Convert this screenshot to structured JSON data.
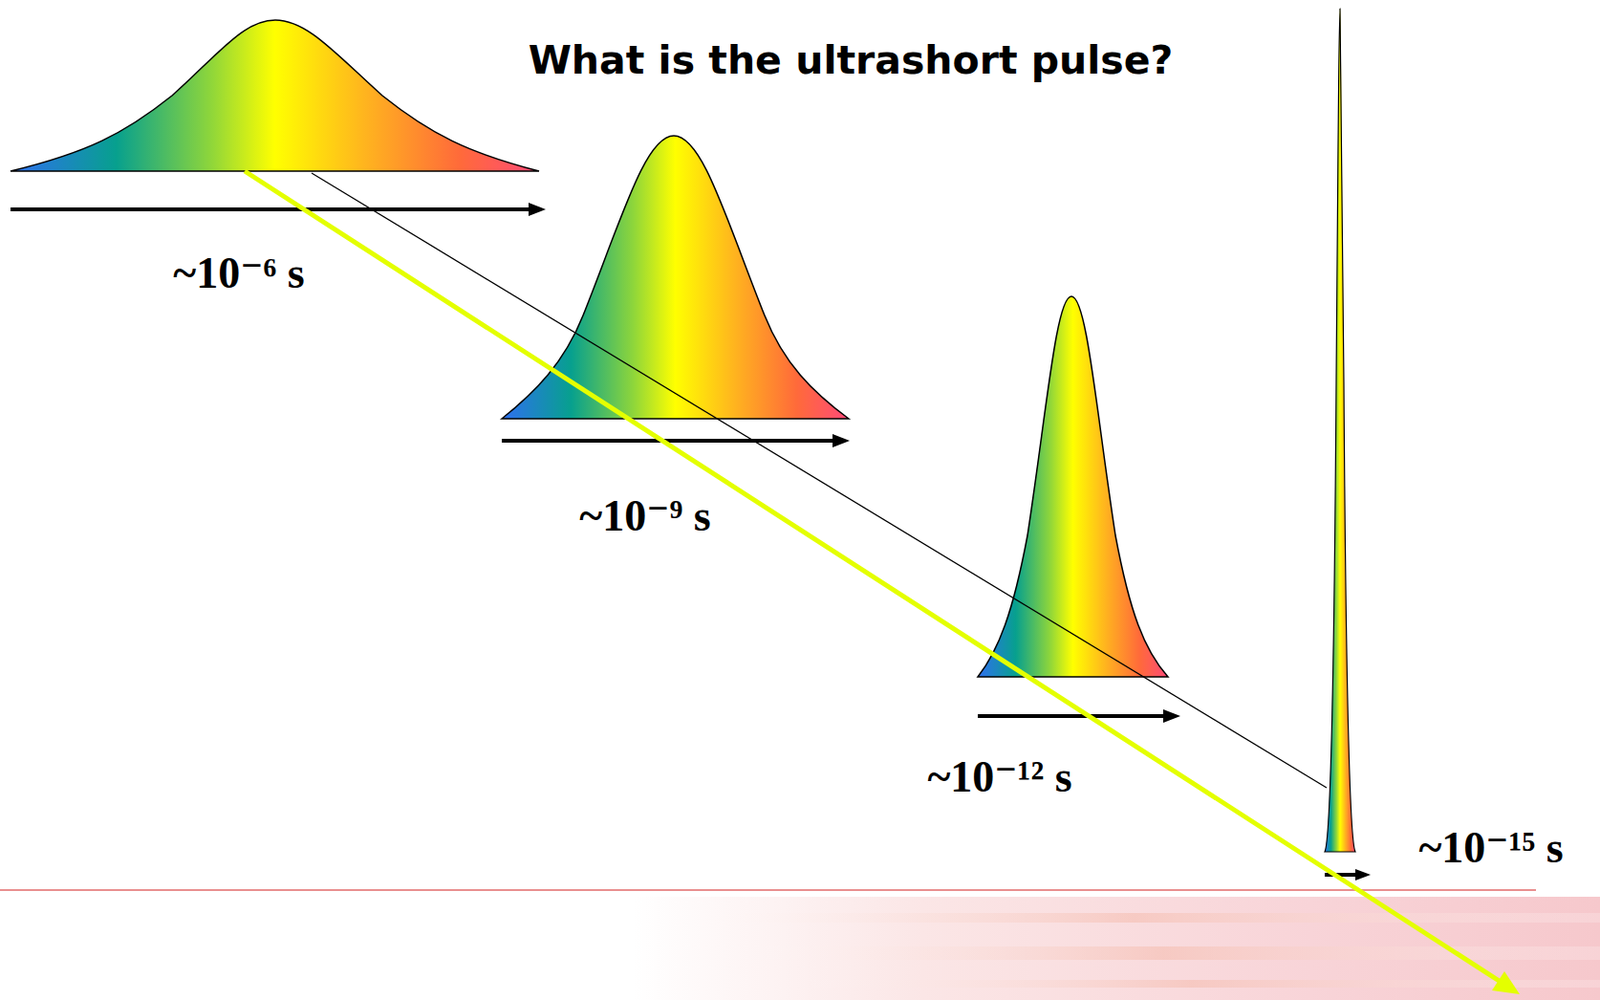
{
  "diagram": {
    "title": "What is the ultrashort pulse?",
    "labels": [
      "~10⁻⁶ s",
      "~10⁻⁹ s",
      "~10⁻¹² s",
      "~10⁻¹⁵ s"
    ]
  }
}
